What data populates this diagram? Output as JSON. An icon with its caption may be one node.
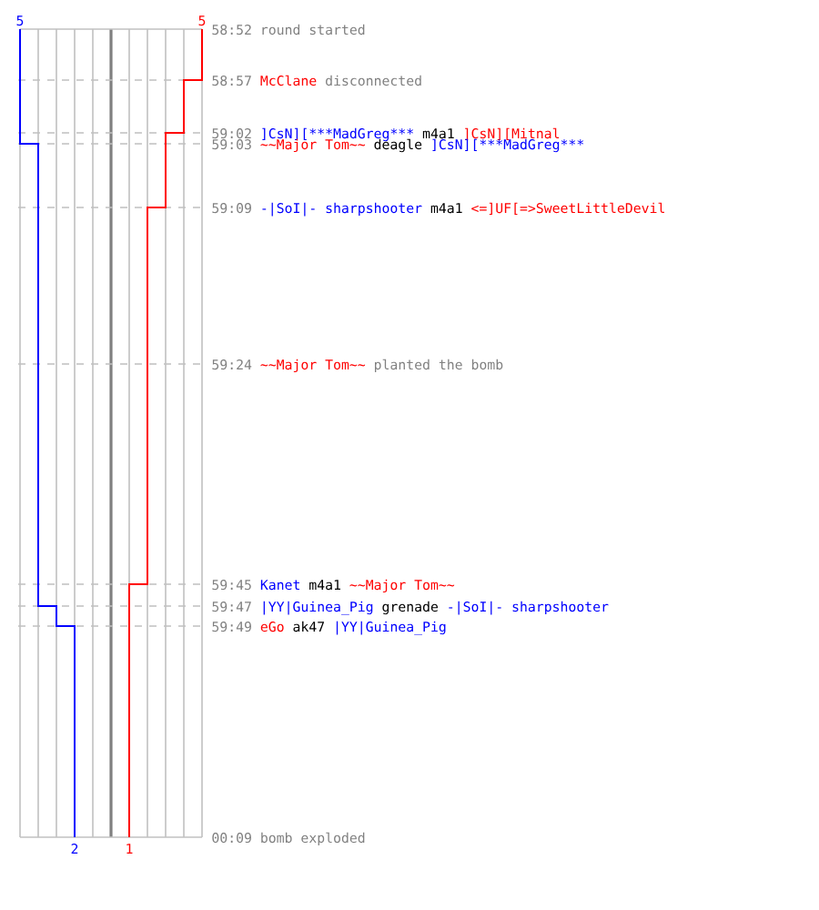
{
  "diagram": {
    "labels": [
      "5",
      "5",
      "58:52",
      "round started",
      "58:57",
      "McClane",
      "disconnected",
      "59:02",
      "]CsN][***MadGreg",
      "***",
      "m4a1",
      "]CsN][Mitnal",
      "59:03",
      "~~Major Tom~~",
      "deagle",
      "]CsN][***MadGreg",
      "***",
      "59:09",
      "-|SoI|- sharpshooter",
      "m4a1",
      "<=]UF[=>SweetLittleDevil",
      "59:24",
      "~~Major Tom~~",
      "planted the bomb",
      "59:45",
      "Kanet",
      "m4a1",
      "~~Major Tom~~",
      "59:47",
      "|YY|Guinea_Pig",
      "grenade",
      "-|SoI|- sharpshooter",
      "59:49",
      "eGo",
      "ak47",
      "|YY|Guinea_Pig",
      "00:09",
      "bomb exploded",
      "2",
      "1"
    ]
  }
}
